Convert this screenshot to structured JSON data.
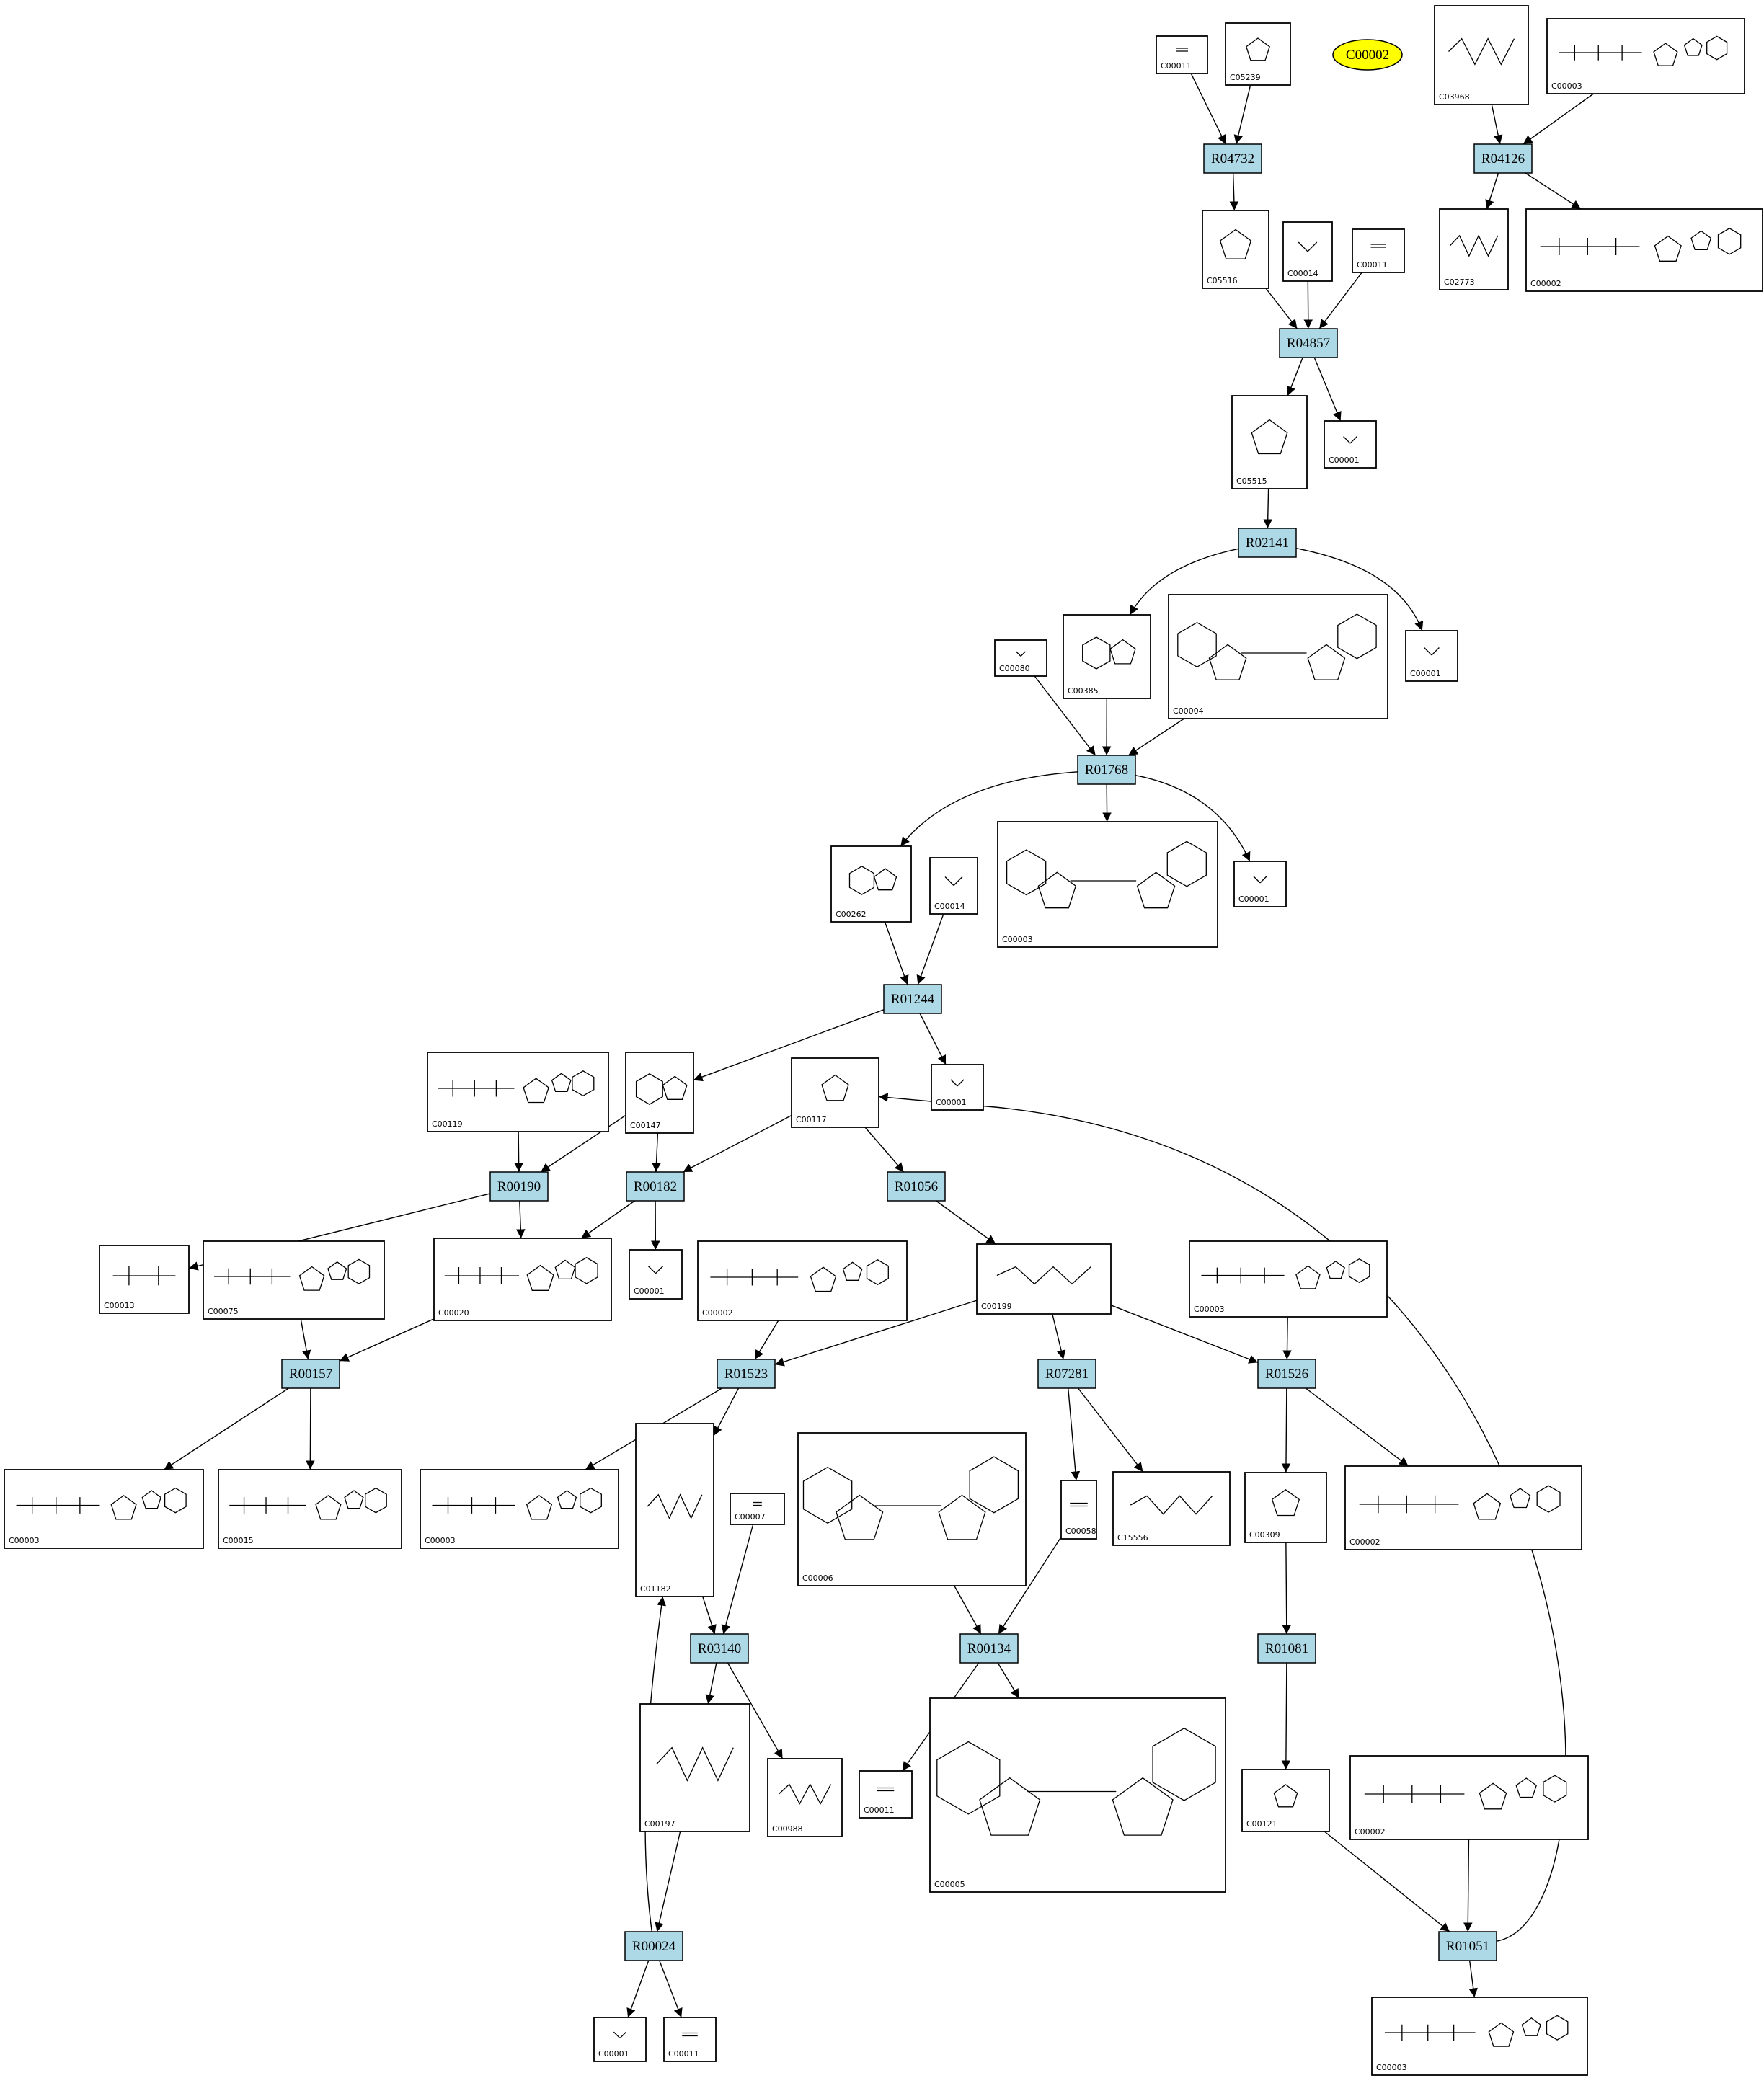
{
  "diagram": {
    "type": "metabolic-pathway-graph",
    "colors": {
      "reaction_fill": "#add8e6",
      "highlight_fill": "#ffff00",
      "edge": "#000000",
      "compound_border": "#000000"
    },
    "highlight": {
      "id": "h1",
      "label": "C00002"
    },
    "reactions": [
      {
        "id": "R04732",
        "label": "R04732"
      },
      {
        "id": "R04126",
        "label": "R04126"
      },
      {
        "id": "R04857",
        "label": "R04857"
      },
      {
        "id": "R02141",
        "label": "R02141"
      },
      {
        "id": "R01768",
        "label": "R01768"
      },
      {
        "id": "R01244",
        "label": "R01244"
      },
      {
        "id": "R00190",
        "label": "R00190"
      },
      {
        "id": "R00182",
        "label": "R00182"
      },
      {
        "id": "R01056",
        "label": "R01056"
      },
      {
        "id": "R00157",
        "label": "R00157"
      },
      {
        "id": "R01523",
        "label": "R01523"
      },
      {
        "id": "R07281",
        "label": "R07281"
      },
      {
        "id": "R01526",
        "label": "R01526"
      },
      {
        "id": "R03140",
        "label": "R03140"
      },
      {
        "id": "R00134",
        "label": "R00134"
      },
      {
        "id": "R01081",
        "label": "R01081"
      },
      {
        "id": "R00024",
        "label": "R00024"
      },
      {
        "id": "R01051",
        "label": "R01051"
      }
    ],
    "compounds": [
      {
        "id": "c1",
        "label": "C00011",
        "structure": "co2"
      },
      {
        "id": "c2",
        "label": "C05239",
        "structure": "imidazole"
      },
      {
        "id": "c3",
        "label": "C03968",
        "structure": "chain"
      },
      {
        "id": "c4",
        "label": "C00003",
        "structure": "nucleotide"
      },
      {
        "id": "c5",
        "label": "C05516",
        "structure": "imidazole"
      },
      {
        "id": "c6",
        "label": "C00014",
        "structure": "nh3"
      },
      {
        "id": "c7",
        "label": "C00011",
        "structure": "co2"
      },
      {
        "id": "c8",
        "label": "C02773",
        "structure": "chain"
      },
      {
        "id": "c9",
        "label": "C00002",
        "structure": "nucleotide"
      },
      {
        "id": "c10",
        "label": "C05515",
        "structure": "imidazole"
      },
      {
        "id": "c11",
        "label": "C00001",
        "structure": "water"
      },
      {
        "id": "c12",
        "label": "C00080",
        "structure": "proton"
      },
      {
        "id": "c13",
        "label": "C00385",
        "structure": "purine"
      },
      {
        "id": "c14",
        "label": "C00004",
        "structure": "dinucleotide"
      },
      {
        "id": "c15",
        "label": "C00001",
        "structure": "water"
      },
      {
        "id": "c16",
        "label": "C00262",
        "structure": "purine"
      },
      {
        "id": "c17",
        "label": "C00014",
        "structure": "nh3"
      },
      {
        "id": "c18",
        "label": "C00003",
        "structure": "dinucleotide"
      },
      {
        "id": "c19",
        "label": "C00001",
        "structure": "water"
      },
      {
        "id": "c20",
        "label": "C00119",
        "structure": "nucleotide"
      },
      {
        "id": "c21",
        "label": "C00147",
        "structure": "purine"
      },
      {
        "id": "c22",
        "label": "C00117",
        "structure": "sugar"
      },
      {
        "id": "c23",
        "label": "C00001",
        "structure": "water"
      },
      {
        "id": "c24",
        "label": "C00013",
        "structure": "phosphate"
      },
      {
        "id": "c25",
        "label": "C00075",
        "structure": "nucleotide"
      },
      {
        "id": "c26",
        "label": "C00020",
        "structure": "nucleotide"
      },
      {
        "id": "c27",
        "label": "C00001",
        "structure": "water"
      },
      {
        "id": "c28",
        "label": "C00002",
        "structure": "nucleotide"
      },
      {
        "id": "c29",
        "label": "C00199",
        "structure": "chain"
      },
      {
        "id": "c30",
        "label": "C00003",
        "structure": "nucleotide"
      },
      {
        "id": "c31",
        "label": "C00003",
        "structure": "nucleotide"
      },
      {
        "id": "c32",
        "label": "C00015",
        "structure": "nucleotide"
      },
      {
        "id": "c33",
        "label": "C00003",
        "structure": "nucleotide"
      },
      {
        "id": "c34",
        "label": "C01182",
        "structure": "chain"
      },
      {
        "id": "c35",
        "label": "C00007",
        "structure": "o2"
      },
      {
        "id": "c36",
        "label": "C00006",
        "structure": "dinucleotide"
      },
      {
        "id": "c37",
        "label": "C00058",
        "structure": "formate"
      },
      {
        "id": "c38",
        "label": "C15556",
        "structure": "chain"
      },
      {
        "id": "c39",
        "label": "C00309",
        "structure": "sugar"
      },
      {
        "id": "c40",
        "label": "C00002",
        "structure": "nucleotide"
      },
      {
        "id": "c41",
        "label": "C00197",
        "structure": "chain"
      },
      {
        "id": "c42",
        "label": "C00988",
        "structure": "chain"
      },
      {
        "id": "c43",
        "label": "C00011",
        "structure": "co2"
      },
      {
        "id": "c44",
        "label": "C00005",
        "structure": "dinucleotide"
      },
      {
        "id": "c45",
        "label": "C00121",
        "structure": "sugar"
      },
      {
        "id": "c46",
        "label": "C00002",
        "structure": "nucleotide"
      },
      {
        "id": "c47",
        "label": "C00001",
        "structure": "water"
      },
      {
        "id": "c48",
        "label": "C00011",
        "structure": "co2"
      },
      {
        "id": "c49",
        "label": "C00003",
        "structure": "nucleotide"
      }
    ],
    "edges": [
      [
        "c1",
        "R04732"
      ],
      [
        "c2",
        "R04732"
      ],
      [
        "R04732",
        "c5"
      ],
      [
        "c3",
        "R04126"
      ],
      [
        "c4",
        "R04126"
      ],
      [
        "R04126",
        "c8"
      ],
      [
        "R04126",
        "c9"
      ],
      [
        "c5",
        "R04857"
      ],
      [
        "c6",
        "R04857"
      ],
      [
        "c7",
        "R04857"
      ],
      [
        "R04857",
        "c10"
      ],
      [
        "R04857",
        "c11"
      ],
      [
        "c10",
        "R02141"
      ],
      [
        "R02141",
        "c13"
      ],
      [
        "R02141",
        "c15"
      ],
      [
        "c12",
        "R01768"
      ],
      [
        "c13",
        "R01768"
      ],
      [
        "c14",
        "R01768"
      ],
      [
        "R01768",
        "c16"
      ],
      [
        "R01768",
        "c18"
      ],
      [
        "R01768",
        "c19"
      ],
      [
        "c16",
        "R01244"
      ],
      [
        "c17",
        "R01244"
      ],
      [
        "R01244",
        "c21"
      ],
      [
        "R01244",
        "c23"
      ],
      [
        "c20",
        "R00190"
      ],
      [
        "c21",
        "R00190"
      ],
      [
        "R00190",
        "c24"
      ],
      [
        "R00190",
        "c26"
      ],
      [
        "c21",
        "R00182"
      ],
      [
        "c22",
        "R00182"
      ],
      [
        "R00182",
        "c26"
      ],
      [
        "R00182",
        "c27"
      ],
      [
        "c22",
        "R01056"
      ],
      [
        "R01056",
        "c29"
      ],
      [
        "c25",
        "R00157"
      ],
      [
        "c26",
        "R00157"
      ],
      [
        "R00157",
        "c31"
      ],
      [
        "R00157",
        "c32"
      ],
      [
        "c28",
        "R01523"
      ],
      [
        "c29",
        "R01523"
      ],
      [
        "R01523",
        "c33"
      ],
      [
        "R01523",
        "c34"
      ],
      [
        "c29",
        "R07281"
      ],
      [
        "R07281",
        "c37"
      ],
      [
        "R07281",
        "c38"
      ],
      [
        "c29",
        "R01526"
      ],
      [
        "c30",
        "R01526"
      ],
      [
        "R01526",
        "c39"
      ],
      [
        "R01526",
        "c40"
      ],
      [
        "c34",
        "R03140"
      ],
      [
        "c35",
        "R03140"
      ],
      [
        "R03140",
        "c41"
      ],
      [
        "R03140",
        "c42"
      ],
      [
        "c36",
        "R00134"
      ],
      [
        "c37",
        "R00134"
      ],
      [
        "R00134",
        "c43"
      ],
      [
        "R00134",
        "c44"
      ],
      [
        "c39",
        "R01081"
      ],
      [
        "R01081",
        "c45"
      ],
      [
        "c41",
        "R00024"
      ],
      [
        "R00024",
        "c47"
      ],
      [
        "R00024",
        "c48"
      ],
      [
        "R00024",
        "c34"
      ],
      [
        "c45",
        "R01051"
      ],
      [
        "c46",
        "R01051"
      ],
      [
        "R01051",
        "c49"
      ],
      [
        "R01051",
        "c22"
      ]
    ]
  }
}
